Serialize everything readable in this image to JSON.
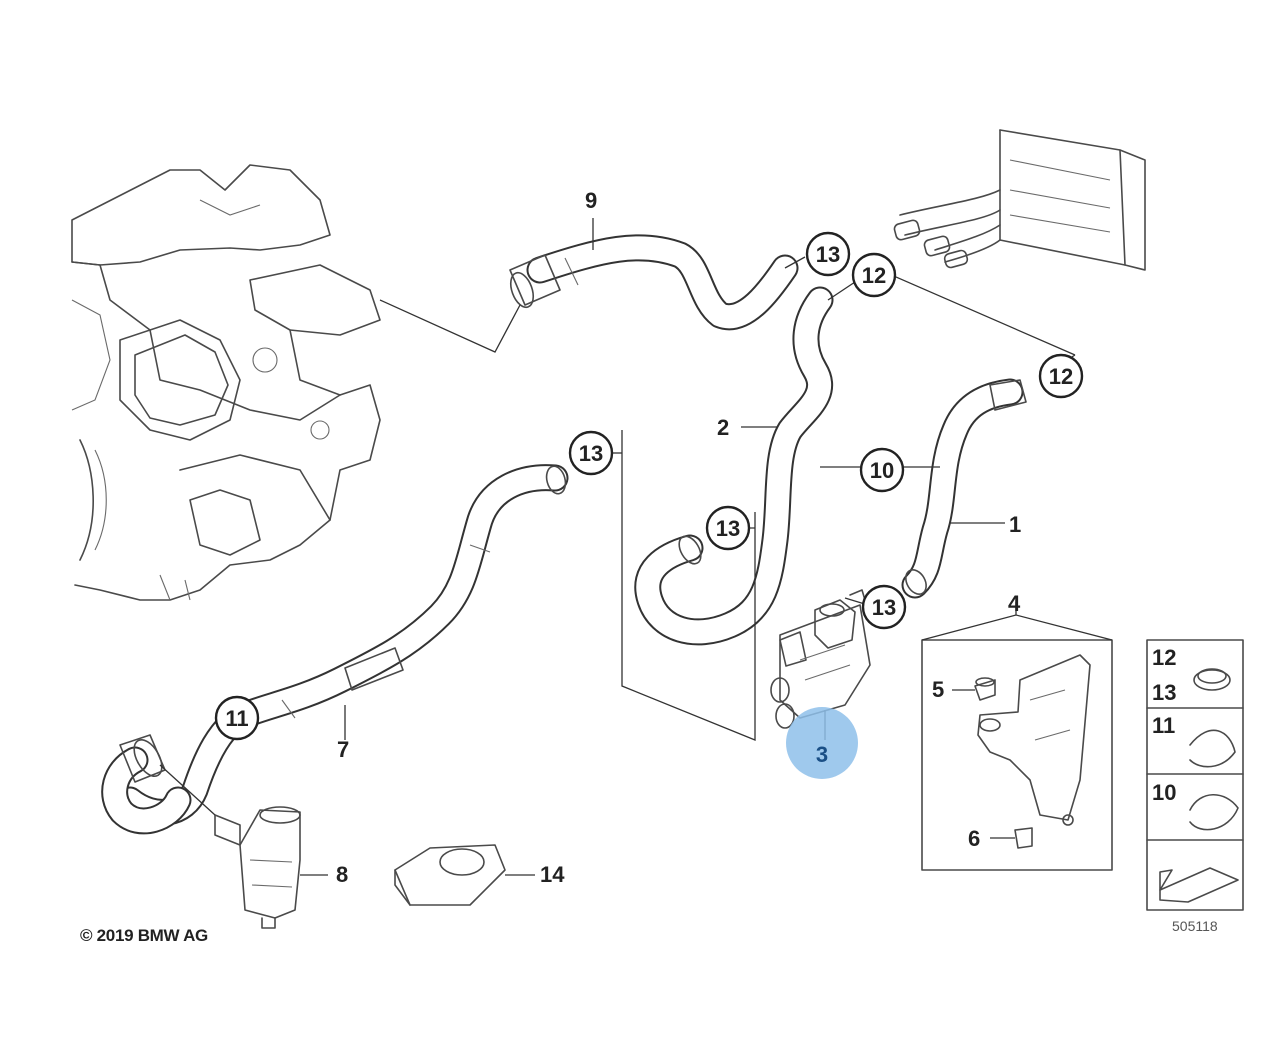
{
  "copyright": "© 2019 BMW AG",
  "diagram_id": "505118",
  "callouts": {
    "p1": "1",
    "p2": "2",
    "p3": "3",
    "p4": "4",
    "p5": "5",
    "p6": "6",
    "p7": "7",
    "p8": "8",
    "p9": "9",
    "p14": "14",
    "c13a": "13",
    "c12a": "12",
    "c12b": "12",
    "c13b": "13",
    "c10": "10",
    "c13c": "13",
    "c13d": "13",
    "c11": "11"
  },
  "legend": {
    "row1_top": "12",
    "row1_bottom": "13",
    "row2": "11",
    "row3": "10"
  },
  "highlight_color": "#8ec0ea"
}
